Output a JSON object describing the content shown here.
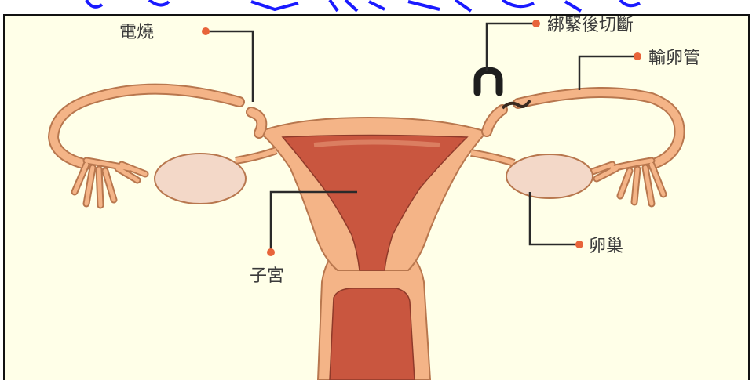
{
  "colors": {
    "background": "#ffffff",
    "panel": "#ffffe8",
    "tissue": "#f4b487",
    "tissue_outline": "#b8774e",
    "uterine_lining": "#c9563f",
    "ovary": "#f3d8c8",
    "marker_dot": "#e8643a",
    "title_blue": "#1a1aff"
  },
  "labels": {
    "cautery": "電燒",
    "ligation": "綁緊後切斷",
    "fallopian_tube": "輸卵管",
    "ovary": "卵巢",
    "uterus": "子宮"
  },
  "icons": {
    "clip": "clip-icon"
  }
}
